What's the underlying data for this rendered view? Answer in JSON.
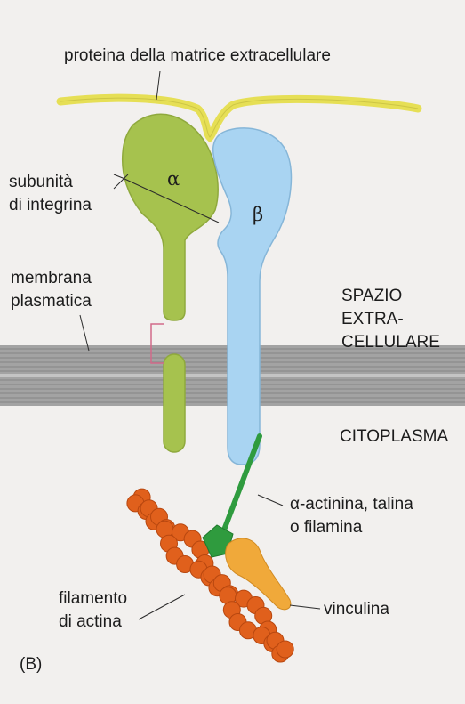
{
  "labels": {
    "ecm_protein": "proteina della matrice extracellulare",
    "integrin_subunits_line1": "subunità",
    "integrin_subunits_line2": "di integrina",
    "membrane_line1": "membrana",
    "membrane_line2": "plasmatica",
    "alpha": "α",
    "beta": "β",
    "extracellular_line1": "SPAZIO",
    "extracellular_line2": "EXTRA-",
    "extracellular_line3": "CELLULARE",
    "cytoplasm": "CITOPLASMA",
    "actinin_line1": "α-actinina, talina",
    "actinin_line2": "o filamina",
    "actin_line1": "filamento",
    "actin_line2": "di actina",
    "vinculin": "vinculina",
    "panel": "(B)"
  },
  "colors": {
    "background": "#f2f0ee",
    "ecm_yellow": "#e6df55",
    "alpha_green": "#a6c24e",
    "beta_blue": "#a9d4f2",
    "membrane_gray": "#9d9d9d",
    "actinin_green": "#2f9b3e",
    "vinculin_orange": "#f0a93a",
    "actin_orange": "#e0601c",
    "bracket_pink": "#d16a8a"
  }
}
